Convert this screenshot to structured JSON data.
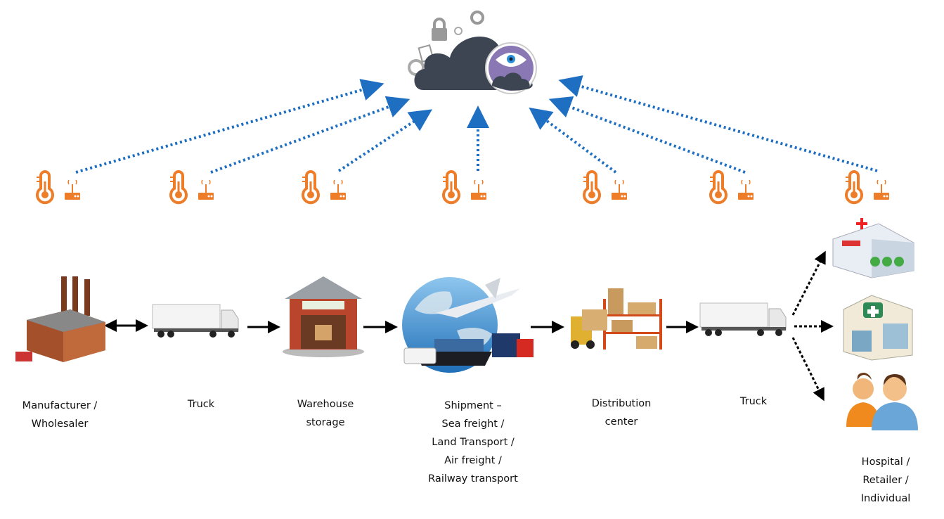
{
  "colors": {
    "sensor": "#ee7d2a",
    "arrow_up": "#1e6fc2",
    "arrow_flow": "#000000",
    "cloud": "#3d4452",
    "eye_badge": "#8a78b4"
  },
  "cloud": {
    "icon": "cloud-monitoring-icon"
  },
  "sensor_icon": "thermometer-wireless-sensor-icon",
  "stages": [
    {
      "id": "manufacturer",
      "icon": "factory-icon",
      "label": "Manufacturer /\nWholesaler"
    },
    {
      "id": "truck-1",
      "icon": "truck-icon",
      "label": "Truck"
    },
    {
      "id": "warehouse",
      "icon": "warehouse-icon",
      "label": "Warehouse\nstorage"
    },
    {
      "id": "shipment",
      "icon": "globe-shipping-icon",
      "label": "Shipment –\nSea freight /\nLand Transport /\nAir freight /\nRailway transport"
    },
    {
      "id": "distribution",
      "icon": "distribution-shelves-icon",
      "label": "Distribution\ncenter"
    },
    {
      "id": "truck-2",
      "icon": "truck-icon",
      "label": "Truck"
    }
  ],
  "destinations": {
    "icons": [
      "hospital-icon",
      "pharmacy-icon",
      "people-icon"
    ],
    "label": "Hospital /\nRetailer /\nIndividual"
  }
}
